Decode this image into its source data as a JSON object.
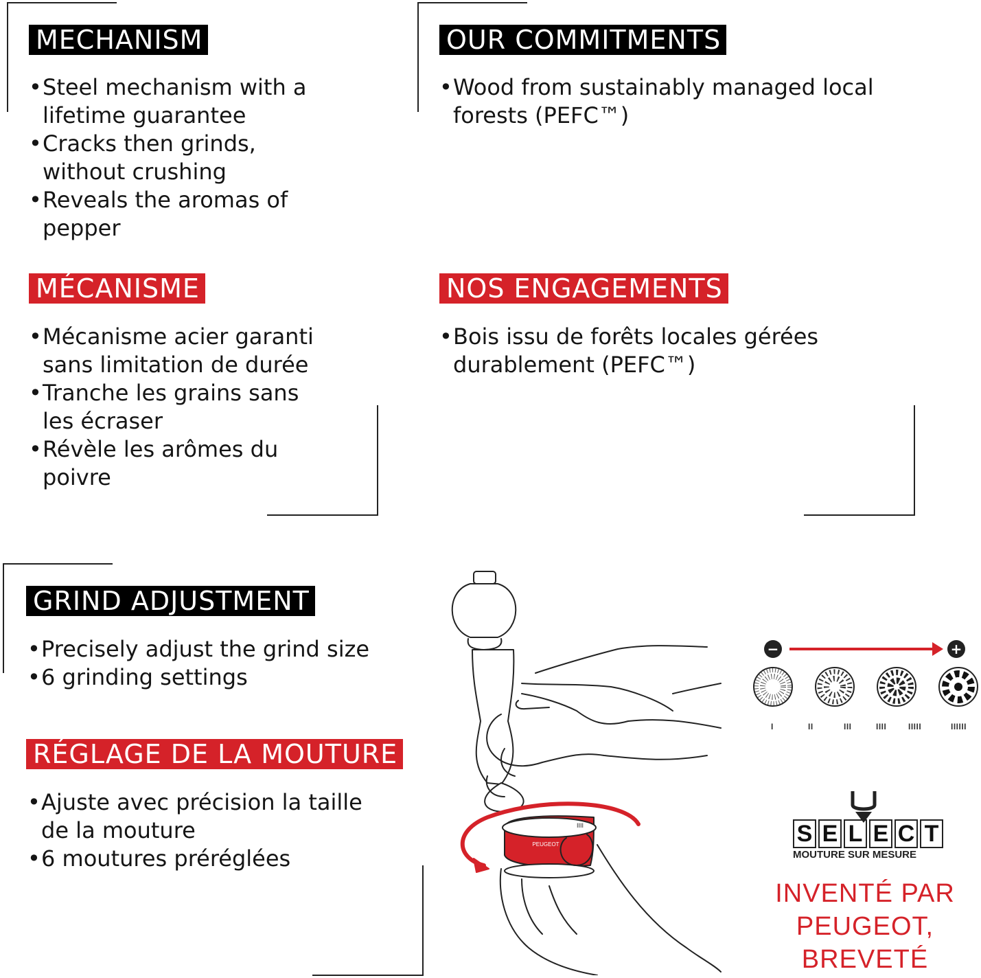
{
  "mechanism_en": {
    "title": "MECHANISM",
    "items": [
      "Steel mechanism with a lifetime guarantee",
      "Cracks then grinds, without crushing",
      "Reveals the aromas of pepper"
    ]
  },
  "commitments_en": {
    "title": "OUR COMMITMENTS",
    "items": [
      "Wood from sustainably managed local forests (PEFC™)"
    ]
  },
  "mechanism_fr": {
    "title": "MÉCANISME",
    "items": [
      "Mécanisme acier garanti sans limitation de durée",
      "Tranche les grains sans les écraser",
      "Révèle les arômes du poivre"
    ]
  },
  "commitments_fr": {
    "title": "NOS ENGAGEMENTS",
    "items": [
      "Bois issu de forêts locales gérées durablement (PEFC™)"
    ]
  },
  "grind_en": {
    "title": "GRIND ADJUSTMENT",
    "items": [
      "Precisely adjust the grind size",
      "6 grinding settings"
    ]
  },
  "grind_fr": {
    "title": "RÉGLAGE DE LA MOUTURE",
    "items": [
      "Ajuste avec précision la taille de la mouture",
      "6 moutures préréglées"
    ]
  },
  "grind_scale": {
    "minus": "−",
    "plus": "+",
    "labels": [
      "I",
      "II",
      "III",
      "IIII",
      "IIIII",
      "IIIIII"
    ]
  },
  "mill_label": "PEUGEOT",
  "mill_dial_marks": "IIII",
  "logo": {
    "letters": [
      "S",
      "E",
      "L",
      "E",
      "C",
      "T"
    ],
    "subtitle": "MOUTURE SUR MESURE"
  },
  "claim": {
    "line1": "INVENTÉ PAR",
    "line2": "PEUGEOT,",
    "line3": "BREVETÉ"
  },
  "colors": {
    "red": "#d52229",
    "black": "#000000"
  }
}
